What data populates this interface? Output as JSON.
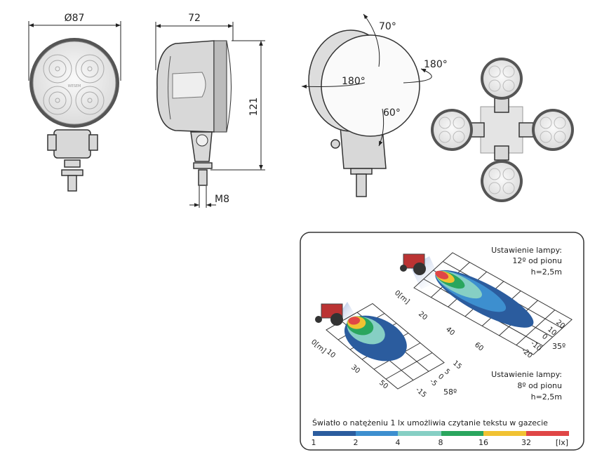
{
  "dimensions": {
    "diameter": "Ø87",
    "depth": "72",
    "height": "121",
    "thread": "M8"
  },
  "rotation": {
    "up": "70°",
    "right": "180°",
    "left": "180°",
    "down": "60°"
  },
  "front_logo": "WESEM",
  "photometry": {
    "setting_12": {
      "title": "Ustawienie lampy:",
      "angle": "12º od pionu",
      "height": "h=2,5m",
      "beam_angle": "35º"
    },
    "setting_8": {
      "title": "Ustawienie lampy:",
      "angle": "8º od pionu",
      "height": "h=2,5m",
      "beam_angle": "58º"
    },
    "grid_large": {
      "distance_labels": [
        "0[m]",
        "20",
        "40",
        "60"
      ],
      "lateral_labels": [
        "20",
        "10",
        "0",
        "-10",
        "-20"
      ]
    },
    "grid_small": {
      "distance_labels": [
        "0[m]",
        "10",
        "30",
        "50"
      ],
      "lateral_labels": [
        "15",
        "5",
        "0",
        "-5",
        "-15"
      ]
    },
    "caption": "Światło o natężeniu 1 lx umożliwia czytanie tekstu w gazecie",
    "scale": {
      "labels": [
        "1",
        "2",
        "4",
        "8",
        "16",
        "32",
        "[lx]"
      ],
      "colors": [
        "#2b5c9e",
        "#3d8fcf",
        "#86cfc4",
        "#2aa65e",
        "#f1c232",
        "#e04646"
      ]
    }
  }
}
